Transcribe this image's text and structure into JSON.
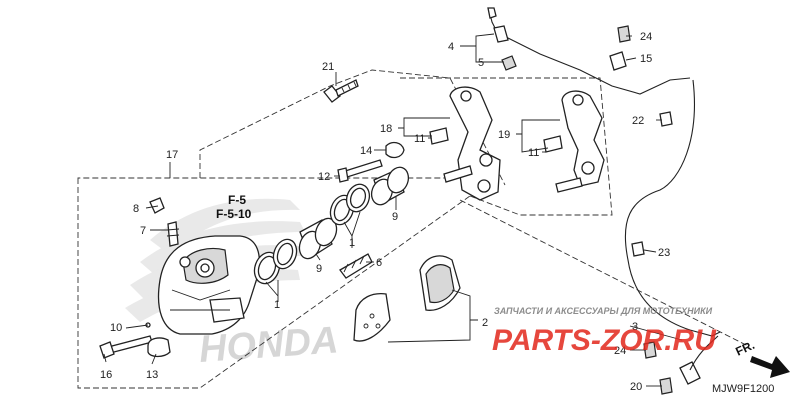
{
  "callouts": {
    "n1a": "1",
    "n1b": "1",
    "n2": "2",
    "n3": "3",
    "n4": "4",
    "n5": "5",
    "n6": "6",
    "n7": "7",
    "n8": "8",
    "n9a": "9",
    "n9b": "9",
    "n10": "10",
    "n11a": "11",
    "n11b": "11",
    "n12": "12",
    "n13": "13",
    "n14": "14",
    "n15": "15",
    "n16": "16",
    "n17": "17",
    "n18": "18",
    "n19": "19",
    "n20": "20",
    "n21": "21",
    "n22": "22",
    "n23": "23",
    "n24a": "24",
    "n24b": "24"
  },
  "refs": {
    "ref1": "F-5",
    "ref2": "F-5-10"
  },
  "watermark": {
    "brand": "HONDA",
    "shop_caption": "ЗАПЧАСТИ И АКСЕССУАРЫ ДЛЯ МОТОТЕХНИКИ",
    "shop_logo": "PARTS-ZOR.RU"
  },
  "direction_label": "FR.",
  "diagram_code": "MJW9F1200",
  "colors": {
    "ink": "#222222",
    "watermark_red": "#e2271c",
    "watermark_gray": "#8c8c8c"
  }
}
